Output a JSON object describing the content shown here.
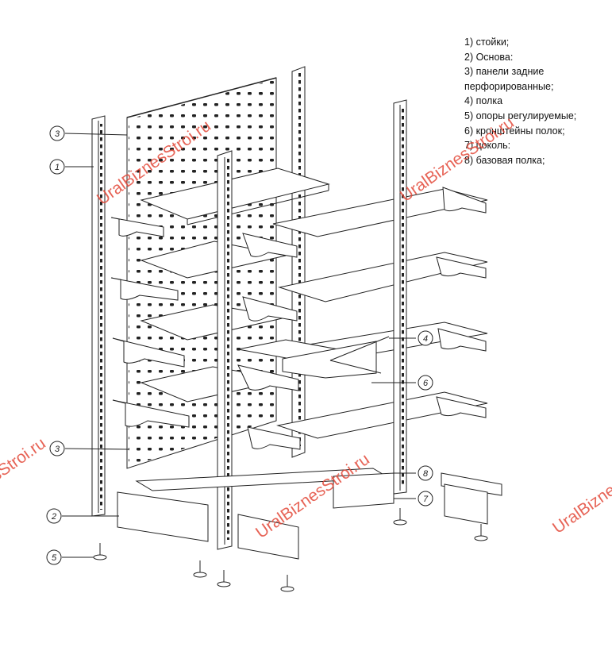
{
  "legend": [
    "1) стойки;",
    "2) Основа:",
    "3) панели задние",
    "перфорированные;",
    "4) полка",
    "5) опоры регулируемые;",
    "6) кронштейны полок;",
    "7) цоколь:",
    "8) базовая полка;"
  ],
  "callouts": [
    "1",
    "2",
    "3",
    "3",
    "4",
    "5",
    "6",
    "7",
    "8"
  ],
  "watermark": "UralBiznesStroi.ru",
  "colors": {
    "line": "#222222",
    "watermark": "#e34a3a"
  }
}
